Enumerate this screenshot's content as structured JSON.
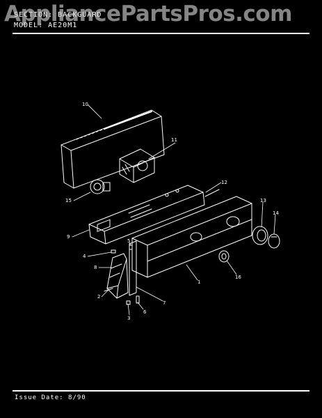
{
  "header": {
    "section_line": "SECTION: BACKGUARD",
    "model_line": "MODEL: AE20M1"
  },
  "watermark": "AppliancePartsPros.com",
  "footer": {
    "issue_date": "Issue Date: 8/90"
  },
  "callouts": {
    "c1": "1",
    "c2": "2",
    "c3": "3",
    "c4": "4",
    "c5": "5",
    "c6": "6",
    "c7": "7",
    "c8": "8",
    "c9": "9",
    "c10": "10",
    "c11": "11",
    "c12": "12",
    "c13": "13",
    "c14": "14",
    "c15": "15",
    "c16": "16"
  },
  "colors": {
    "background": "#000000",
    "linework": "#ffffff",
    "watermark": "#d7d7d7"
  }
}
